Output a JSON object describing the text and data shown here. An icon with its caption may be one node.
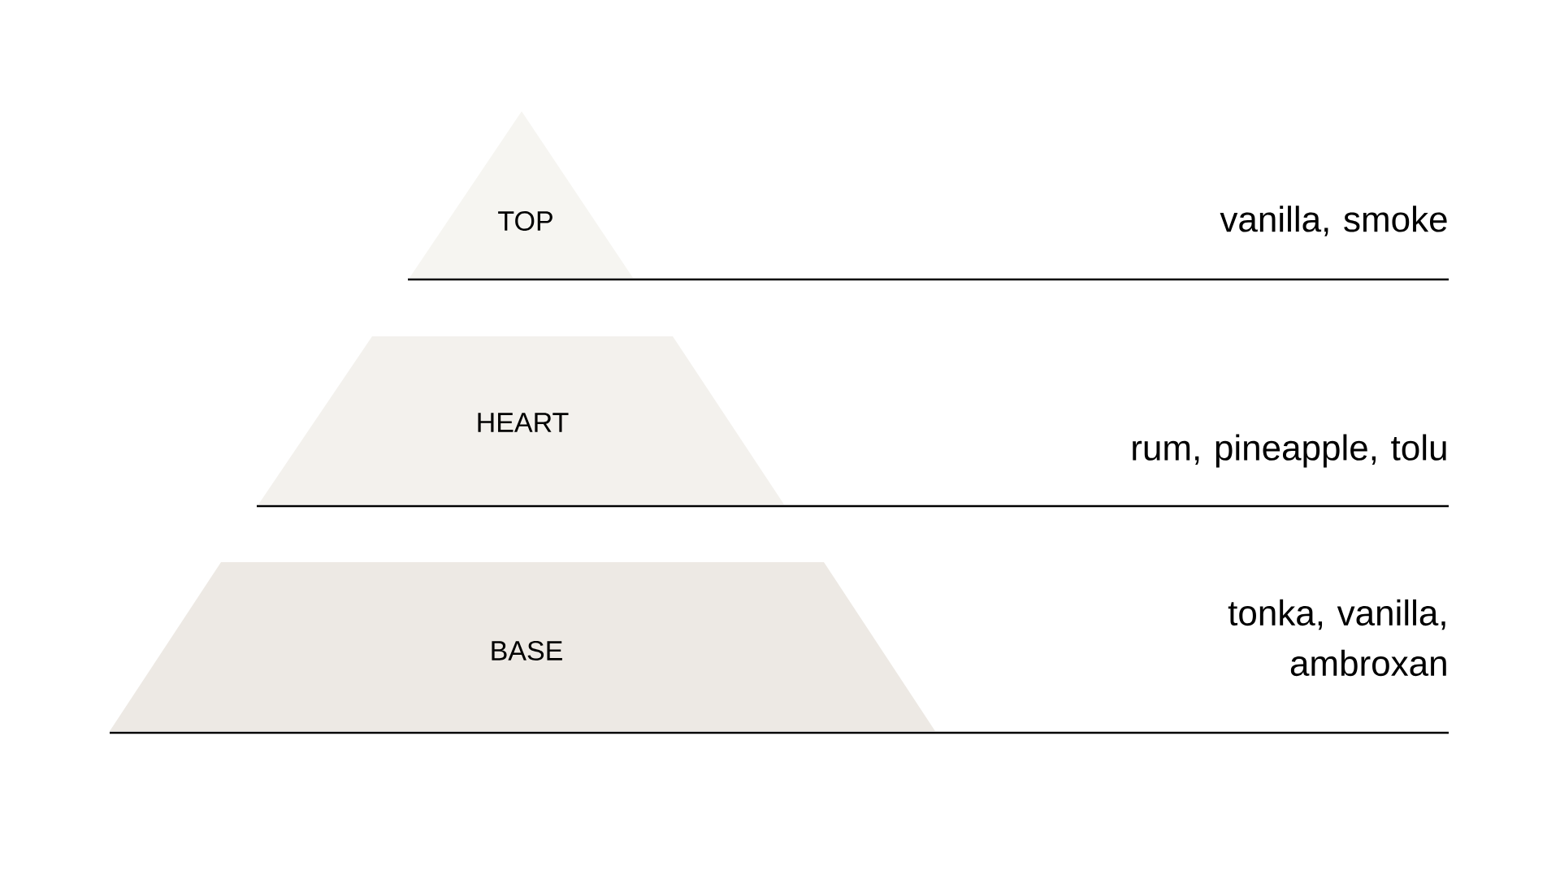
{
  "diagram": {
    "nodes": [
      {
        "text": [
          "TOP"
        ]
      },
      {
        "text": [
          "HEART"
        ]
      },
      {
        "text": [
          "BASE"
        ]
      }
    ],
    "labels": [
      "vanilla, smoke",
      "rum, pineapple, tolu",
      "tonka, vanilla, ambroxan"
    ]
  }
}
